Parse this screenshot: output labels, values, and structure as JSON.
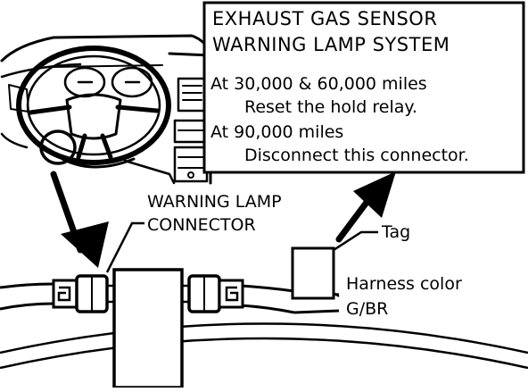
{
  "info_box": {
    "title_line1": "EXHAUST GAS SENSOR",
    "title_line2": "WARNING LAMP SYSTEM",
    "step1_mileage": "At 30,000 & 60,000 miles",
    "step1_action": "Reset the hold relay.",
    "step2_mileage": "At 90,000 miles",
    "step2_action": "Disconnect this connector."
  },
  "labels": {
    "connector_line1": "WARNING LAMP",
    "connector_line2": "CONNECTOR",
    "tag": "Tag",
    "harness_line1": "Harness color",
    "harness_line2": "G/BR"
  },
  "colors": {
    "ink": "#000000",
    "paper": "#ffffff"
  }
}
